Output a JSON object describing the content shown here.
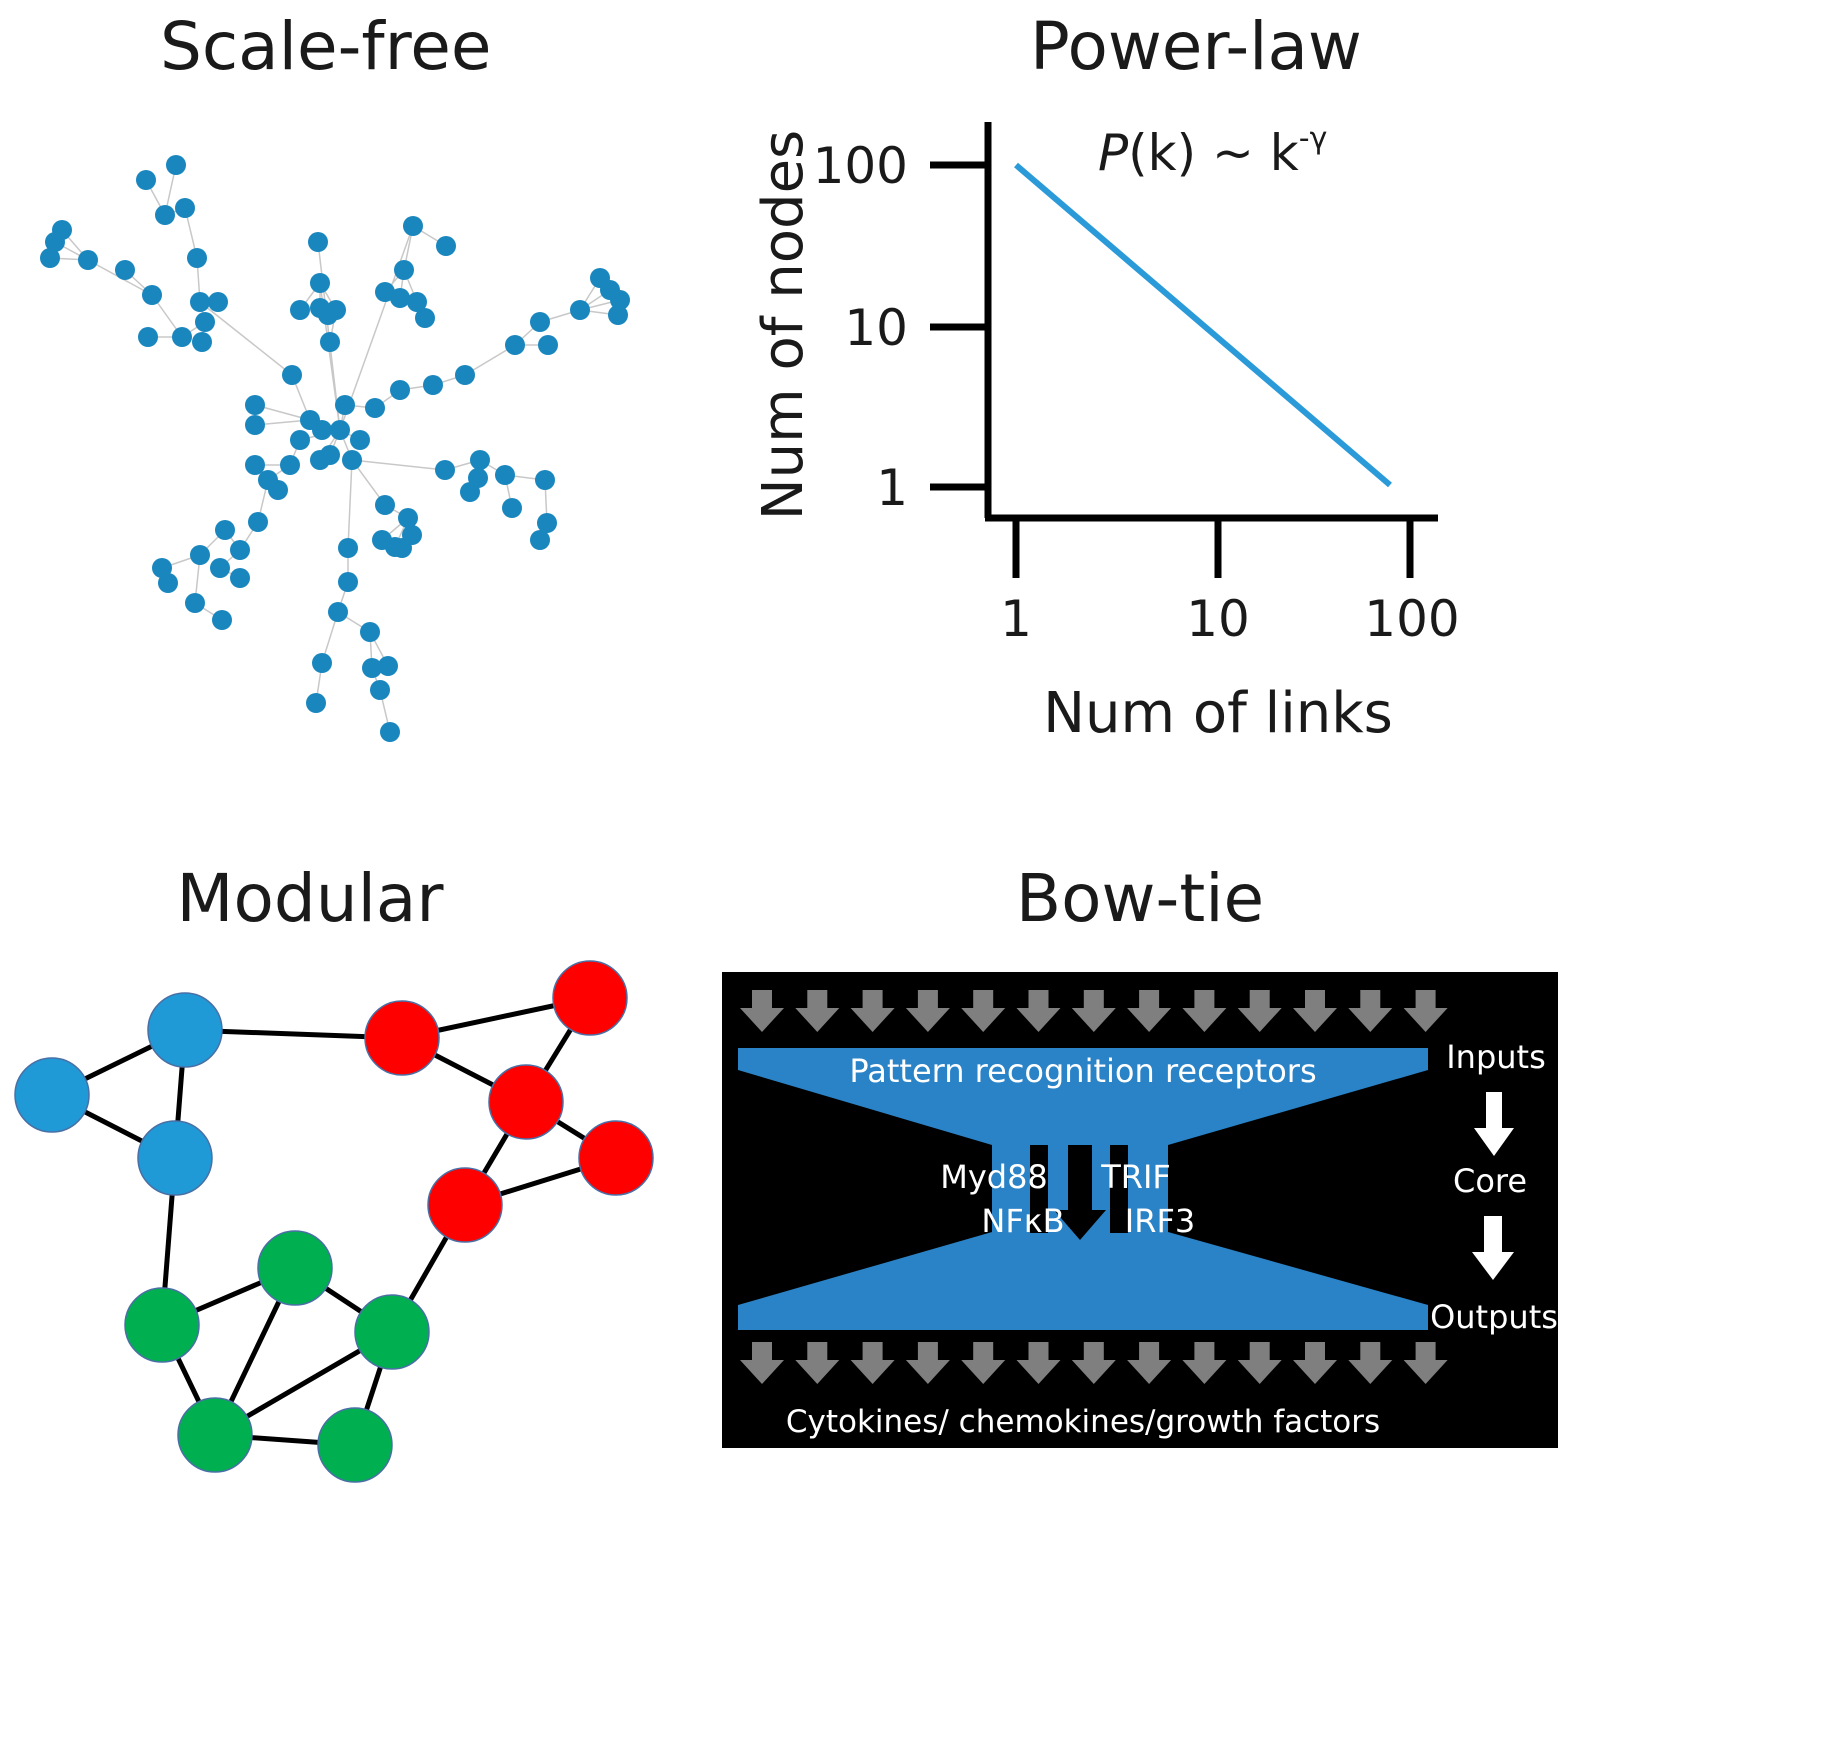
{
  "titles": {
    "scale_free": "Scale-free",
    "power_law": "Power-law",
    "modular": "Modular",
    "bow_tie": "Bow-tie"
  },
  "power_law": {
    "ylabel": "Num of nodes",
    "xlabel": "Num of links",
    "formula_p": "P",
    "formula_rest": "(k) ~ k",
    "formula_exp": "-γ",
    "yticks": [
      "100",
      "10",
      "1"
    ],
    "xticks": [
      "1",
      "10",
      "100"
    ],
    "line_color": "#2a9ad9"
  },
  "chart_data": {
    "type": "line",
    "x": [
      1,
      100
    ],
    "y": [
      100,
      1
    ],
    "xscale": "log",
    "yscale": "log",
    "xlabel": "Num of links",
    "ylabel": "Num of nodes",
    "xticks": [
      1,
      10,
      100
    ],
    "yticks": [
      1,
      10,
      100
    ],
    "annotation": "P(k) ~ k-γ"
  },
  "bow_tie": {
    "top_band": "Pattern recognition receptors",
    "bottom_label": "Cytokines/ chemokines/growth factors",
    "core_left_top": "Myd88",
    "core_left_bottom": "NFκB",
    "core_right_top": "TRIF",
    "core_right_bottom": "IRF3",
    "side_inputs": "Inputs",
    "side_core": "Core",
    "side_outputs": "Outputs",
    "band_color": "#2a82c7",
    "arrow_color": "#7f7f7f"
  },
  "colors": {
    "scale_free_node": "#1a86be",
    "modular_blue": "#1f9ad6",
    "modular_red": "#ff0000",
    "modular_green": "#00b050"
  }
}
